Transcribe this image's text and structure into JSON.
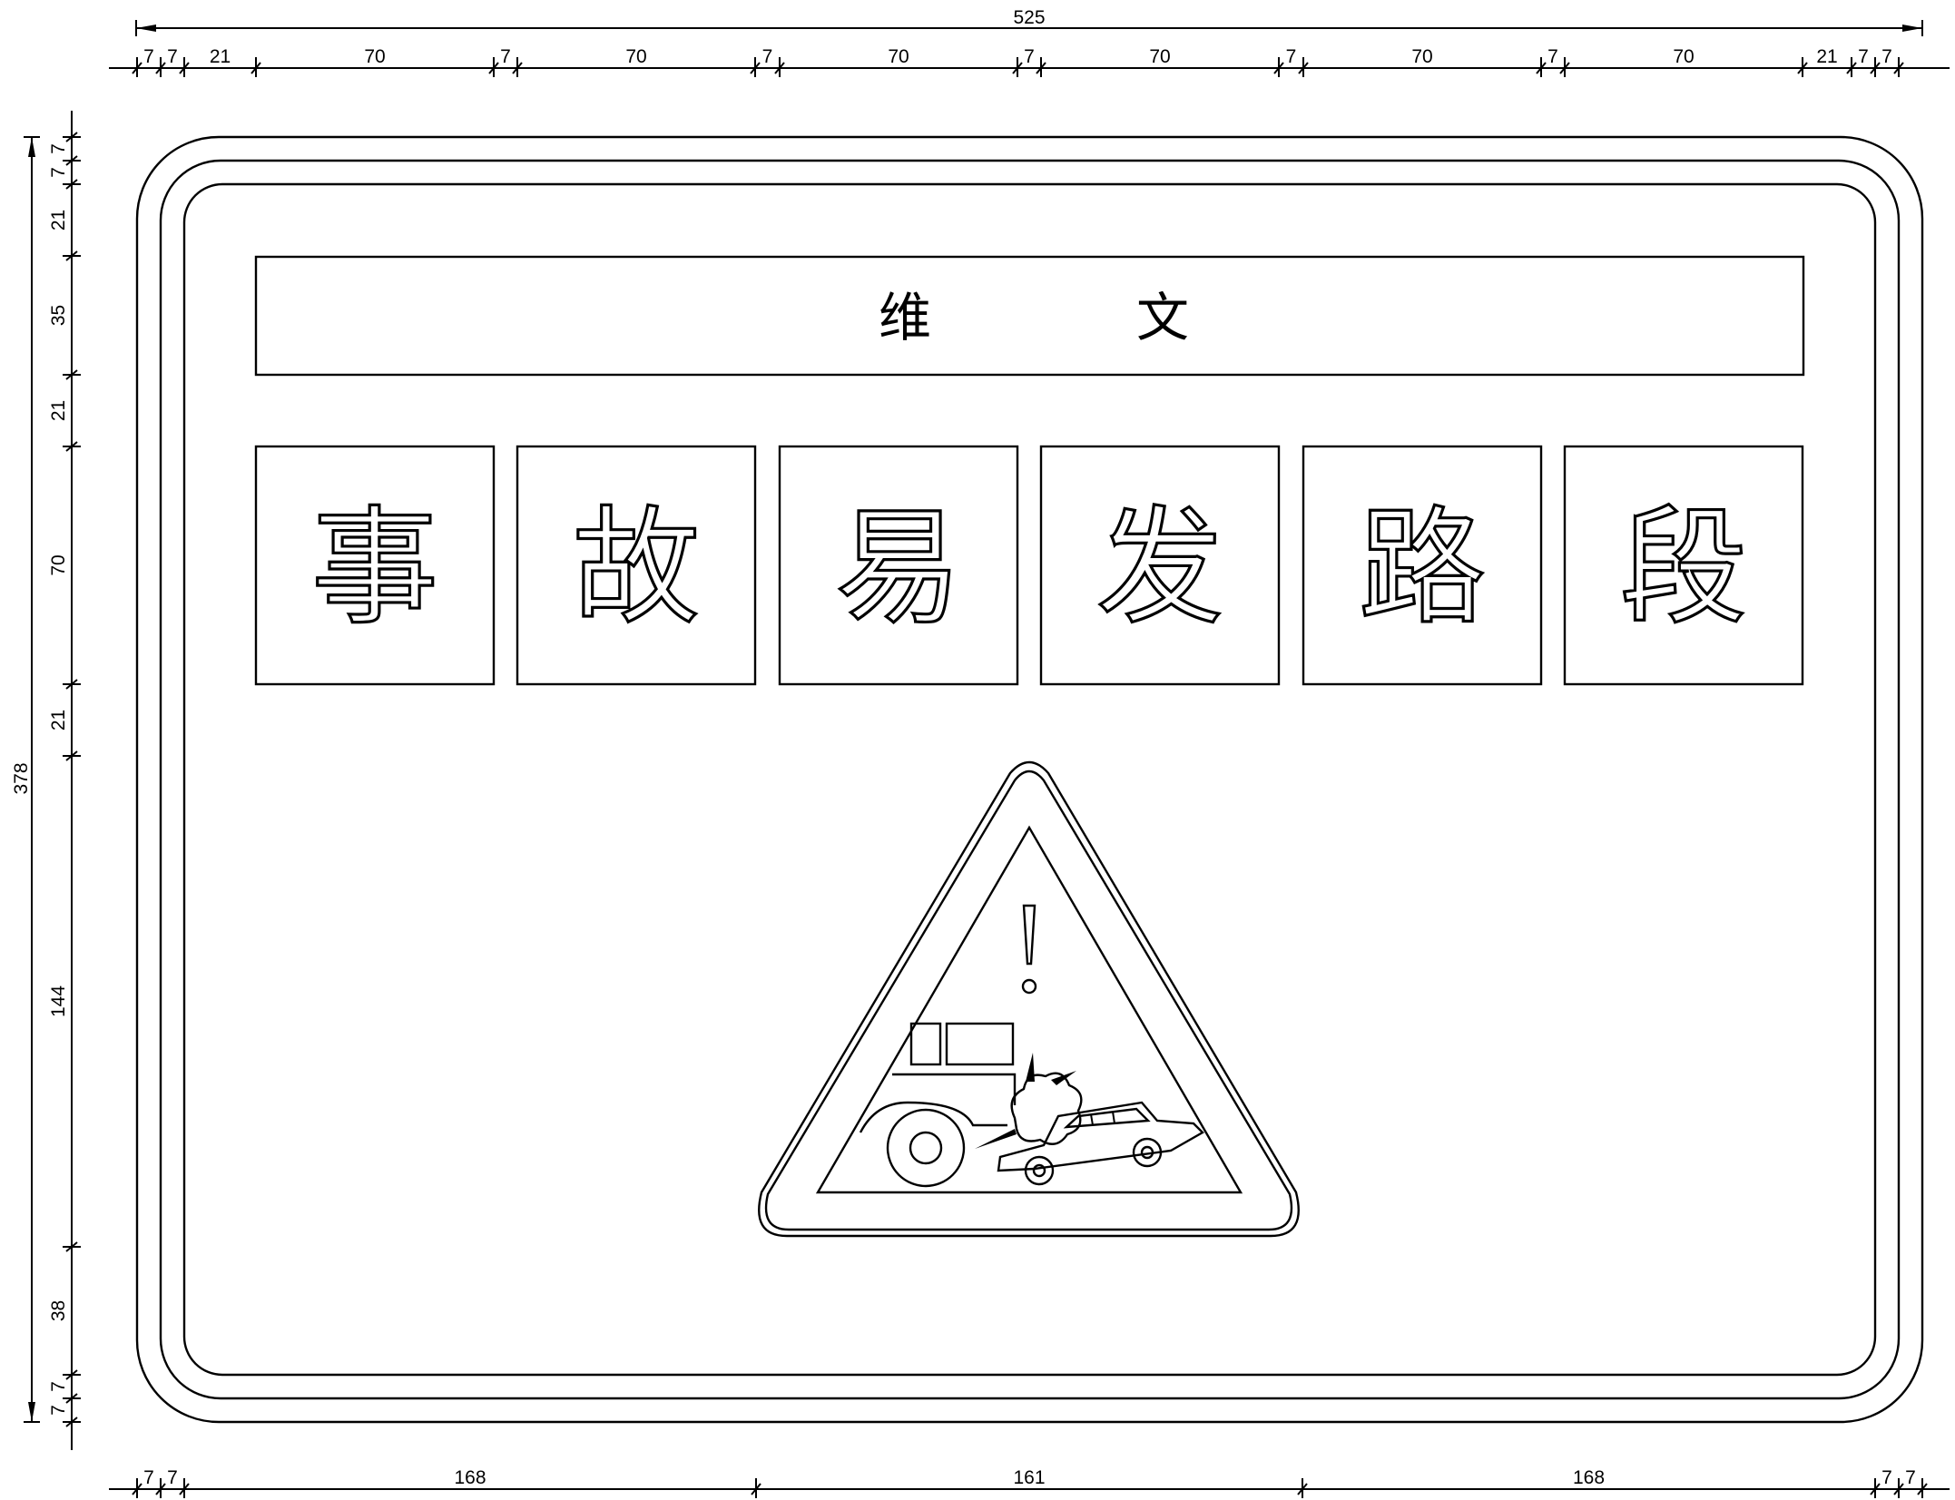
{
  "dimensions": {
    "top_total": "525",
    "top_segments": [
      "7",
      "7",
      "21",
      "70",
      "7",
      "70",
      "7",
      "70",
      "7",
      "70",
      "7",
      "70",
      "7",
      "70",
      "21",
      "7",
      "7"
    ],
    "bottom_segments": [
      "7",
      "7",
      "168",
      "161",
      "168",
      "7",
      "7"
    ],
    "left_total": "378",
    "left_segments": [
      "7",
      "7",
      "21",
      "35",
      "21",
      "70",
      "21",
      "144",
      "38",
      "7",
      "7"
    ]
  },
  "sign": {
    "header_label": [
      "维",
      "文"
    ],
    "characters": [
      "事",
      "故",
      "易",
      "发",
      "路",
      "段"
    ],
    "warning_symbol": "collision-warning-icon"
  }
}
